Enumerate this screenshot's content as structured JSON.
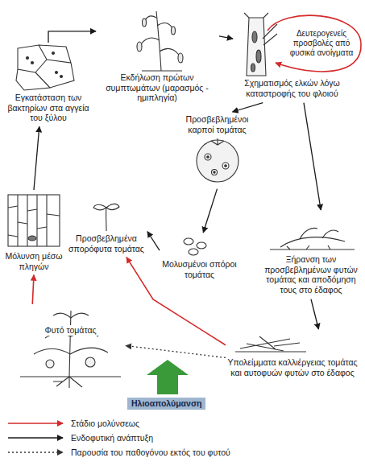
{
  "diagram": {
    "nodes": [
      {
        "text": [
          "Εκδήλωση πρώτων συμπτωμάτων (μαρασμός - ημιπληγία)"
        ]
      },
      {
        "text": [
          "Σχηματισμός ελκών λόγω καταστροφής του φλοιού"
        ]
      },
      {
        "text": [
          "Εγκατάσταση των βακτηρίων στα αγγεία του ξύλου"
        ]
      },
      {
        "text": [
          "Προσβεβλημένοι καρποί τομάτας"
        ]
      },
      {
        "text": [
          "Μόλυνση μέσω πληγών"
        ]
      },
      {
        "text": [
          "Προσβεβλημένα σπορόφυτα τομάτας"
        ]
      },
      {
        "text": [
          "Μολυσμένοι σπόροι τομάτας"
        ]
      },
      {
        "text": [
          "Ξήρανση των προσβεβλημένων φυτών τομάτας και αποδόμηση τους στο έδαφος"
        ]
      },
      {
        "text": [
          "Φυτό τομάτας"
        ]
      },
      {
        "text": [
          "Υπολείμματα καλλιέργειας τομάτας και αυτοφυών φυτών στο έδαφος"
        ]
      }
    ],
    "edges": [
      {
        "from": 2,
        "to": 0,
        "arrow": "to"
      },
      {
        "from": 0,
        "to": 1,
        "arrow": "to"
      },
      {
        "from": 1,
        "to": 3,
        "arrow": "to"
      },
      {
        "from": 1,
        "to": 7,
        "arrow": "to"
      },
      {
        "from": 3,
        "to": 6,
        "arrow": "to"
      },
      {
        "from": 6,
        "to": 5,
        "arrow": "to"
      },
      {
        "from": 7,
        "to": 9,
        "arrow": "to"
      },
      {
        "from": 9,
        "to": 5,
        "arrow": "to"
      },
      {
        "from": 9,
        "to": 8,
        "arrow": "to"
      },
      {
        "from": 8,
        "to": 4,
        "arrow": "to"
      },
      {
        "from": 4,
        "to": 2,
        "arrow": "to"
      }
    ],
    "labels": [
      "Δευτερογενείς προσβολές από φυσικά ανοίγματα",
      "Ηλιοαπολύμανση"
    ],
    "legend": [
      {
        "text": "Στάδιο μολύνσεως"
      },
      {
        "text": "Ενδοφυτική ανάπτυξη"
      },
      {
        "text": "Παρουσία του παθογόνου εκτός του φυτού"
      }
    ]
  }
}
